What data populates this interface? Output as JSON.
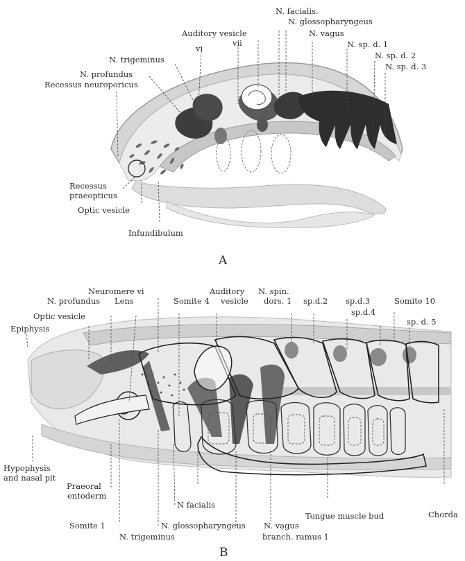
{
  "figure": {
    "panel_a": {
      "letter": "A",
      "labels": {
        "n_facialis": "N. facialis.",
        "n_glossopharyngeus": "N. glossopharyngeus",
        "auditory_vesicle": "Auditory vesicle",
        "n_vagus": "N. vagus",
        "vii": "vii",
        "vi": "vi",
        "n_trigeminus": "N. trigeminus",
        "n_sp_d_1": "N. sp. d. 1",
        "n_sp_d_2": "N. sp. d. 2",
        "n_sp_d_3": "N. sp. d. 3",
        "n_profundus": "N. profundus",
        "recessus_neuroporicus": "Recessus neuroporicus",
        "recessus_praeopticus_1": "Recessus",
        "recessus_praeopticus_2": "praeopticus",
        "optic_vesicle": "Optic vesicle",
        "infundibulum": "Infundibulum"
      }
    },
    "panel_b": {
      "letter": "B",
      "labels": {
        "neuromere_vi": "Neuromere vi",
        "auditory": "Auditory",
        "vesicle": "vesicle",
        "n_spin": "N. spin.",
        "dors_1": "dors. 1",
        "n_profundus": "N. profundus",
        "lens": "Lens",
        "somite_4": "Somite 4",
        "sp_d_2": "sp.d.2",
        "sp_d_3": "sp.d.3",
        "sp_d_4": "sp.d.4",
        "somite_10": "Somite 10",
        "sp_d_5": "sp. d. 5",
        "optic_vesicle": "Optic vesicle",
        "epiphysis": "Epiphysis",
        "hypophysis_1": "Hypophysis",
        "hypophysis_2": "and nasal pit",
        "praeoral_1": "Praeoral",
        "praeoral_2": "entoderm",
        "somite_1": "Somite 1",
        "n_facialis": "N facialis",
        "n_trigeminus": "N. trigeminus",
        "n_glossopharyngeus": "N. glossopharyngeus",
        "n_vagus": "N. vagus",
        "branch_ramus": "branch. ramus 1",
        "tongue_muscle_bud": "Tongue muscle bud",
        "chorda": "Chorda"
      }
    }
  }
}
